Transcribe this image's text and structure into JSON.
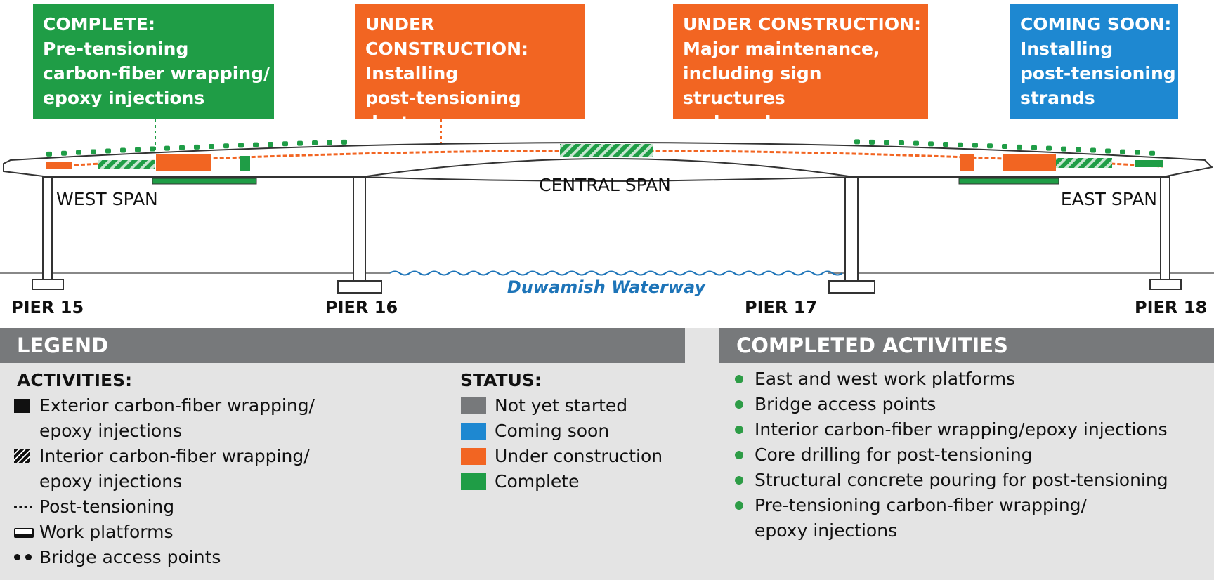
{
  "callouts": [
    {
      "title": "COMPLETE:",
      "text": "Pre-tensioning\ncarbon-fiber wrapping/\nepoxy injections",
      "color": "#1f9d46"
    },
    {
      "title": "UNDER CONSTRUCTION:",
      "text": "Installing\npost-tensioning\nducts",
      "color": "#f26522"
    },
    {
      "title": "UNDER CONSTRUCTION:",
      "text": "Major maintenance,\nincluding sign structures\nand roadway resurfacing",
      "color": "#f26522"
    },
    {
      "title": "COMING SOON:",
      "text": "Installing\npost-tensioning\nstrands",
      "color": "#1e88d1"
    }
  ],
  "spans": {
    "west": "WEST SPAN",
    "central": "CENTRAL SPAN",
    "east": "EAST SPAN"
  },
  "piers": [
    "PIER 15",
    "PIER 16",
    "PIER 17",
    "PIER 18"
  ],
  "waterway": "Duwamish Waterway",
  "legend": {
    "header": "LEGEND",
    "activities_title": "ACTIVITIES:",
    "activities": [
      {
        "icon": "solid-square-icon",
        "label": "Exterior carbon-fiber wrapping/\nepoxy injections"
      },
      {
        "icon": "hatched-square-icon",
        "label": "Interior carbon-fiber wrapping/\nepoxy injections"
      },
      {
        "icon": "dashed-line-icon",
        "label": "Post-tensioning"
      },
      {
        "icon": "platform-icon",
        "label": "Work platforms"
      },
      {
        "icon": "dots-icon",
        "label": "Bridge access points"
      }
    ],
    "status_title": "STATUS:",
    "statuses": [
      {
        "label": "Not yet started",
        "color": "#77797b"
      },
      {
        "label": "Coming soon",
        "color": "#1e88d1"
      },
      {
        "label": "Under construction",
        "color": "#f26522"
      },
      {
        "label": "Complete",
        "color": "#1f9d46"
      }
    ]
  },
  "completed": {
    "header": "COMPLETED ACTIVITIES",
    "items": [
      "East and west work platforms",
      "Bridge access points",
      "Interior carbon-fiber wrapping/epoxy injections",
      "Core drilling for post-tensioning",
      "Structural concrete pouring for post-tensioning",
      "Pre-tensioning carbon-fiber wrapping/\nepoxy injections"
    ]
  },
  "colors": {
    "green": "#1f9d46",
    "orange": "#f26522",
    "blue": "#1e88d1",
    "gray": "#77797b",
    "water": "#1d74b8"
  }
}
